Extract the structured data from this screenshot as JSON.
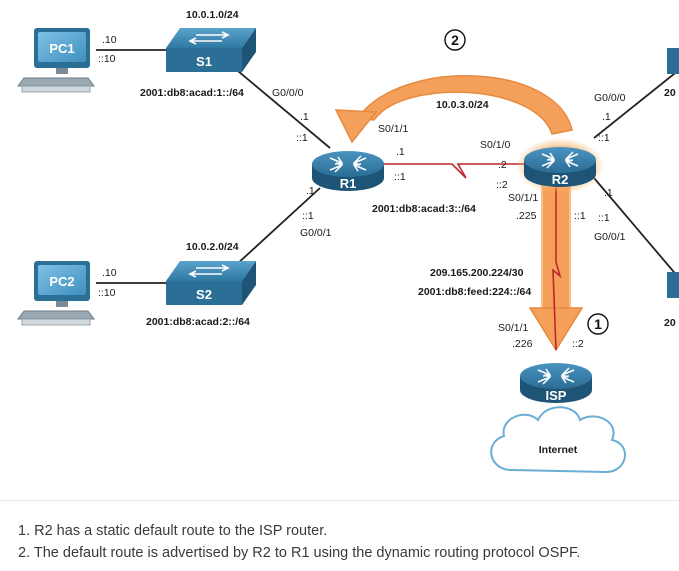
{
  "devices": {
    "pc1": "PC1",
    "pc2": "PC2",
    "s1": "S1",
    "s2": "S2",
    "r1": "R1",
    "r2": "R2",
    "isp": "ISP",
    "internet": "Internet"
  },
  "networks": {
    "s1_v4": "10.0.1.0/24",
    "s1_v6": "2001:db8:acad:1::/64",
    "s2_v4": "10.0.2.0/24",
    "s2_v6": "2001:db8:acad:2::/64",
    "r1r2_v4": "10.0.3.0/24",
    "r1r2_v6": "2001:db8:acad:3::/64",
    "isp_v4": "209.165.200.224/30",
    "isp_v6": "2001:db8:feed:224::/64",
    "right_top": "20",
    "right_bottom": "20"
  },
  "addresses": {
    "pc1_v4": ".10",
    "pc1_v6": "::10",
    "pc2_v4": ".10",
    "pc2_v6": "::10",
    "r1_g000": "G0/0/0",
    "r1_g000_v4": ".1",
    "r1_g000_v6": "::1",
    "r1_s011": "S0/1/1",
    "r1_s011_v4": ".1",
    "r1_s011_v6": "::1",
    "r1_g001_v4": ".1",
    "r1_g001_v6": "::1",
    "r1_g001": "G0/0/1",
    "r2_s010": "S0/1/0",
    "r2_s010_v4": ".2",
    "r2_s010_v6": "::2",
    "r2_s011": "S0/1/1",
    "r2_s011_v4": ".225",
    "r2_s011_v6": "::1",
    "r2_g000": "G0/0/0",
    "r2_g000_v4": ".1",
    "r2_g000_v6": "::1",
    "r2_g001_v4": ".1",
    "r2_g001_v6": "::1",
    "r2_g001": "G0/0/1",
    "isp_s011": "S0/1/1",
    "isp_s011_v4": ".226",
    "isp_s011_v6": "::2"
  },
  "steps": {
    "one": "1",
    "two": "2"
  },
  "colors": {
    "device_blue": "#2b6f96",
    "device_dark": "#1e5576",
    "serial_red": "#c0272d",
    "arrow_orange": "#f5a05a",
    "pc_screen": "#5fa8d3"
  },
  "notes": [
    "1. R2 has a static default route to the ISP router.",
    "2. The default route is advertised by R2 to R1 using the dynamic routing protocol OSPF."
  ]
}
